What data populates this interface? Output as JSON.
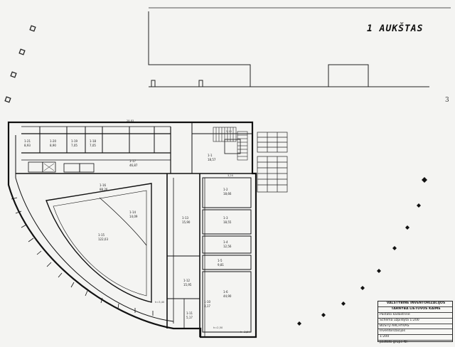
{
  "drawing": {
    "floor_title": "1 AUKŠTAS",
    "page_number": "3"
  },
  "rooms": [
    {
      "code": "1-21",
      "area": "8,93"
    },
    {
      "code": "1-20",
      "area": "8,90"
    },
    {
      "code": "1-19",
      "area": "7,05"
    },
    {
      "code": "1-18",
      "area": "7,05"
    },
    {
      "code": "1-17",
      "area": "46,87"
    },
    {
      "code": "1-1",
      "area": "18,57"
    },
    {
      "code": "1-16",
      "area": "88,26"
    },
    {
      "code": "1-15",
      "area": "122,03"
    },
    {
      "code": "1-14",
      "area": "14,09"
    },
    {
      "code": "1-13",
      "area": "15,90"
    },
    {
      "code": "1-12",
      "area": "15,95"
    },
    {
      "code": "1-2",
      "area": "18,66"
    },
    {
      "code": "1-3",
      "area": "18,55"
    },
    {
      "code": "1-4",
      "area": "12,56"
    },
    {
      "code": "1-5",
      "area": "9,81"
    },
    {
      "code": "1-6",
      "area": "44,90"
    },
    {
      "code": "1-11",
      "area": "5,17"
    },
    {
      "code": "1-10",
      "area": "3,17"
    }
  ],
  "dimensions": {
    "top_length": "28,83",
    "corridor_width": "3,20",
    "top_right": "5,15",
    "left_mark": "h=3,40",
    "bottom_mark": "h=3,54",
    "bottom_right": "h=2,50"
  },
  "stamp": {
    "lines": [
      "VALSTYBINĖ INVENTORIZACIJOS",
      "TARNYBA LIETUVOS KAIME",
      "Pastato kadastrinė",
      "Schema užpildyta 1:200",
      "BŪSTŲ ARCHYVAS",
      "Inventorizacijos",
      "1:200",
      "pastato grupė Nr."
    ]
  }
}
